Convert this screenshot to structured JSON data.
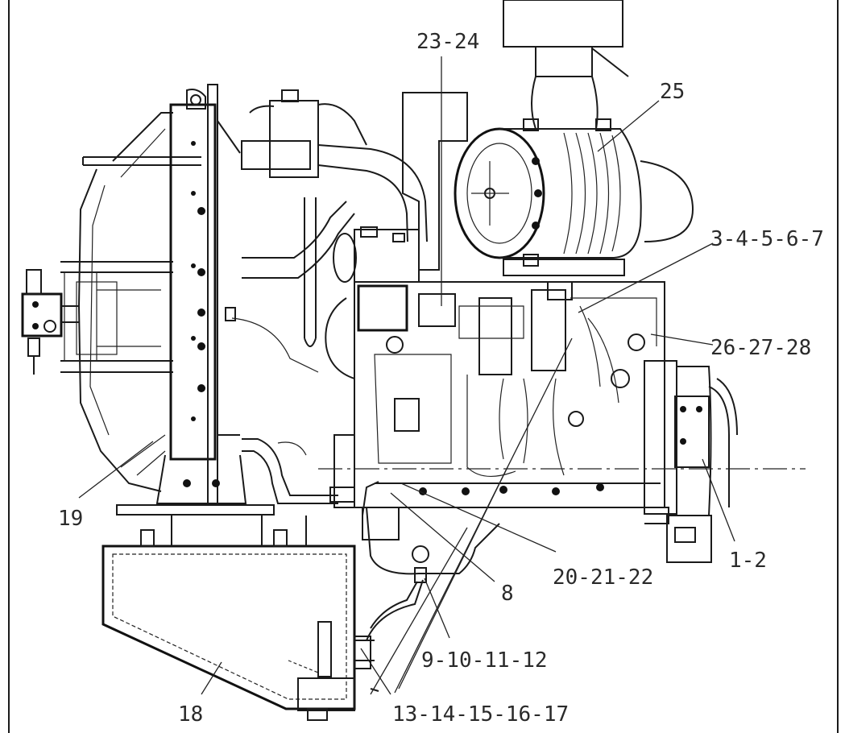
{
  "callouts": [
    {
      "id": "23-24",
      "text": "23-24"
    },
    {
      "id": "25",
      "text": "25"
    },
    {
      "id": "3-4-5-6-7",
      "text": "3-4-5-6-7"
    },
    {
      "id": "26-27-28",
      "text": "26-27-28"
    },
    {
      "id": "19",
      "text": "19"
    },
    {
      "id": "1-2",
      "text": "1-2"
    },
    {
      "id": "20-21-22",
      "text": "20-21-22"
    },
    {
      "id": "8",
      "text": "8"
    },
    {
      "id": "9-10-11-12",
      "text": "9-10-11-12"
    },
    {
      "id": "18",
      "text": "18"
    },
    {
      "id": "13-14-15-16-17",
      "text": "13-14-15-16-17"
    }
  ],
  "colors": {
    "ink": "#1a1a1a",
    "background": "#ffffff",
    "label": "#2a2a2a"
  }
}
